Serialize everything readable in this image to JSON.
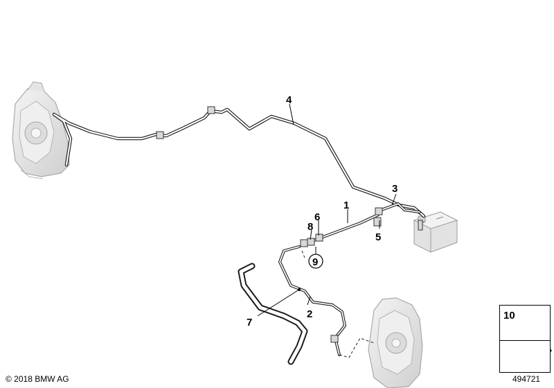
{
  "callouts": {
    "c1": "1",
    "c2": "2",
    "c3": "3",
    "c4": "4",
    "c5": "5",
    "c6": "6",
    "c7": "7",
    "c8": "8",
    "c9": "9"
  },
  "legend": {
    "number": "10",
    "item": "rivet-icon"
  },
  "footer": {
    "copyright": "© 2018 BMW AG",
    "diagram_id": "494721"
  },
  "colors": {
    "line": "#1a1a1a",
    "part_fill": "#e6e6e6",
    "part_stroke": "#9a9a9a",
    "pipe": "#5a5a5a"
  }
}
